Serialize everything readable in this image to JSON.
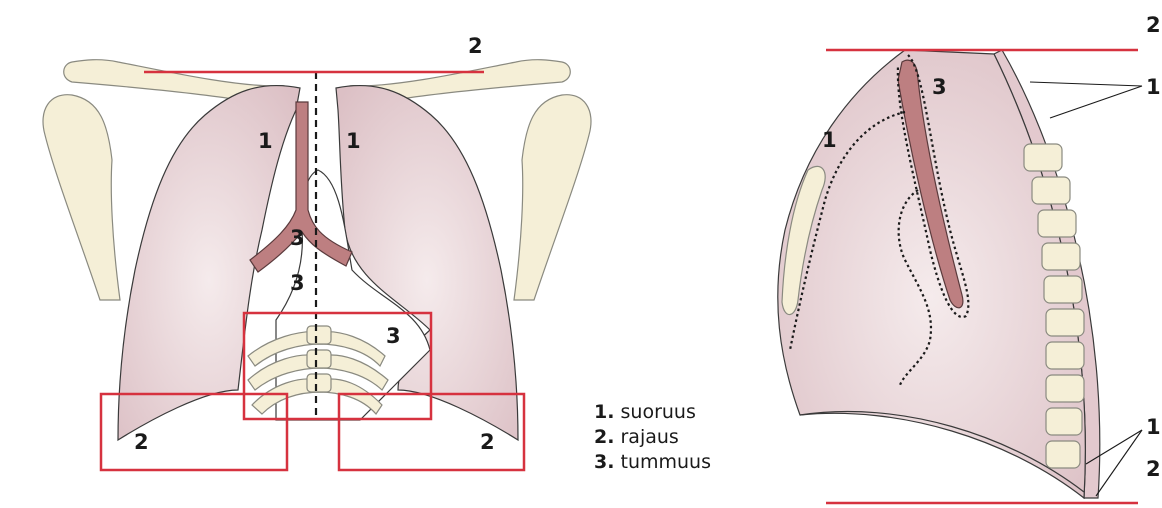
{
  "colors": {
    "lung_fill": "#ead4d8",
    "lung_edge": "#3a3a3a",
    "bone_fill": "#f5efd7",
    "bone_edge": "#8a8a80",
    "trachea": "#bd7f81",
    "marker_red": "#d6323f",
    "text": "#1a1a1a"
  },
  "frontal_view": {
    "labels": {
      "top_2": "2",
      "right_upper_1": "1",
      "left_upper_1": "1",
      "carina_3": "3",
      "heart_3": "3",
      "spine_3": "3",
      "left_base_2": "2",
      "right_base_2": "2"
    }
  },
  "lateral_view": {
    "labels": {
      "top_right_2": "2",
      "upper_right_1": "1",
      "trachea_3": "3",
      "fissure_1": "1",
      "lower_right_1": "1",
      "bottom_right_2": "2"
    }
  },
  "legend": {
    "items": [
      {
        "number": "1.",
        "text": "suoruus"
      },
      {
        "number": "2.",
        "text": "rajaus"
      },
      {
        "number": "3.",
        "text": "tummuus"
      }
    ]
  }
}
